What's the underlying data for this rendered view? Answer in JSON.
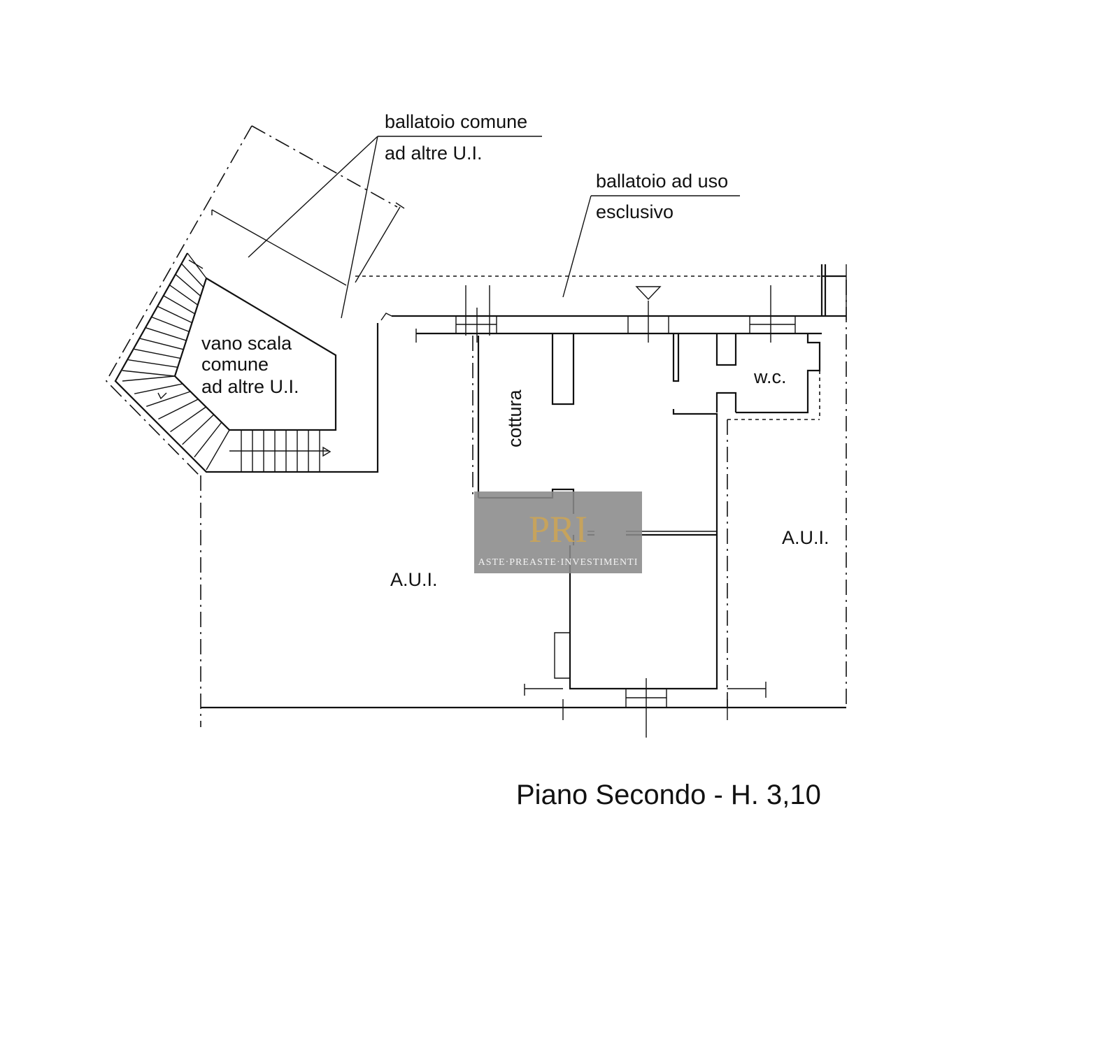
{
  "labels": {
    "ballatoio_comune_l1": "ballatoio comune",
    "ballatoio_comune_l2": "ad altre U.I.",
    "ballatoio_uso_l1": "ballatoio ad uso",
    "ballatoio_uso_l2": "esclusivo",
    "vano_l1": "vano scala",
    "vano_l2": "comune",
    "vano_l3": "ad altre U.I.",
    "cottura": "cottura",
    "wc": "w.c.",
    "aui_left": "A.U.I.",
    "aui_right": "A.U.I."
  },
  "title": "Piano Secondo - H. 3,10",
  "watermark": {
    "monogram": "PRI",
    "text": "ASTE·PREASTE·INVESTIMENTI"
  },
  "colors": {
    "lines": "#111111",
    "watermark_bg": "#8a8a8a",
    "watermark_gold": "#c9a45a"
  }
}
